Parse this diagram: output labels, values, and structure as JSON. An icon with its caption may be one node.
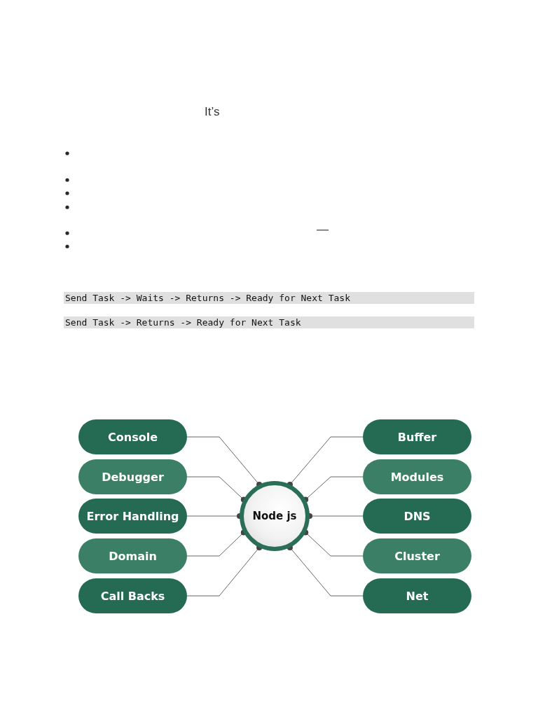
{
  "diagram": {
    "nodes": [
      {
        "text": [
          "Console"
        ]
      },
      {
        "text": [
          "Buffer"
        ]
      },
      {
        "text": [
          "Debugger"
        ]
      },
      {
        "text": [
          "Modules"
        ]
      },
      {
        "text": [
          "Error Handling"
        ]
      },
      {
        "text": [
          "Node js"
        ]
      },
      {
        "text": [
          "DNS"
        ]
      },
      {
        "text": [
          "Domain"
        ]
      },
      {
        "text": [
          "Cluster"
        ]
      },
      {
        "text": [
          "Call Backs"
        ]
      },
      {
        "text": [
          "Net"
        ]
      }
    ],
    "edges": [
      {
        "from": 0,
        "to": 5,
        "arrow": "other"
      },
      {
        "from": 2,
        "to": 5,
        "arrow": "other"
      },
      {
        "from": 4,
        "to": 5,
        "arrow": "other"
      },
      {
        "from": 7,
        "to": 5,
        "arrow": "other"
      },
      {
        "from": 9,
        "to": 5,
        "arrow": "other"
      },
      {
        "from": 1,
        "to": 5,
        "arrow": "other"
      },
      {
        "from": 3,
        "to": 5,
        "arrow": "other"
      },
      {
        "from": 6,
        "to": 5,
        "arrow": "other"
      },
      {
        "from": 8,
        "to": 5,
        "arrow": "other"
      },
      {
        "from": 10,
        "to": 5,
        "arrow": "other"
      }
    ],
    "labels": [
      "It’s",
      "—",
      "Send Task -> Waits -> Returns -> Ready for Next Task",
      "Send Task -> Returns -> Ready for Next Task"
    ]
  }
}
